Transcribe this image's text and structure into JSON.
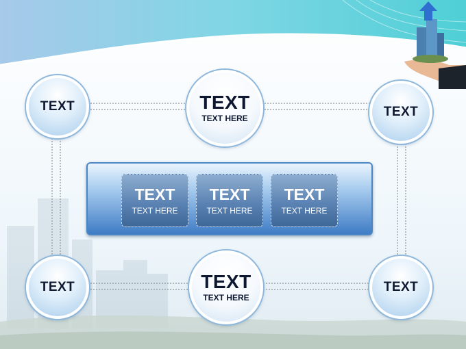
{
  "diagram": {
    "corner_nodes": [
      {
        "id": "top-left",
        "label": "TEXT"
      },
      {
        "id": "top-right",
        "label": "TEXT"
      },
      {
        "id": "bottom-left",
        "label": "TEXT"
      },
      {
        "id": "bottom-right",
        "label": "TEXT"
      }
    ],
    "center_nodes": [
      {
        "id": "top-center",
        "title": "TEXT",
        "subtitle": "TEXT HERE"
      },
      {
        "id": "bottom-center",
        "title": "TEXT",
        "subtitle": "TEXT HERE"
      }
    ],
    "panel_boxes": [
      {
        "title": "TEXT",
        "subtitle": "TEXT HERE"
      },
      {
        "title": "TEXT",
        "subtitle": "TEXT HERE"
      },
      {
        "title": "TEXT",
        "subtitle": "TEXT HERE"
      }
    ]
  },
  "colors": {
    "header_teal": "#5fd3dc",
    "panel_blue": "#3f7cc5",
    "box_blue": "#5b83b3",
    "node_border": "#8db7dc",
    "text_dark": "#0d1830"
  },
  "decorations": {
    "top_right_image": "hand-holding-buildings-icon",
    "arrow": "up-arrow-icon",
    "background_image": "city-skyline-icon"
  }
}
